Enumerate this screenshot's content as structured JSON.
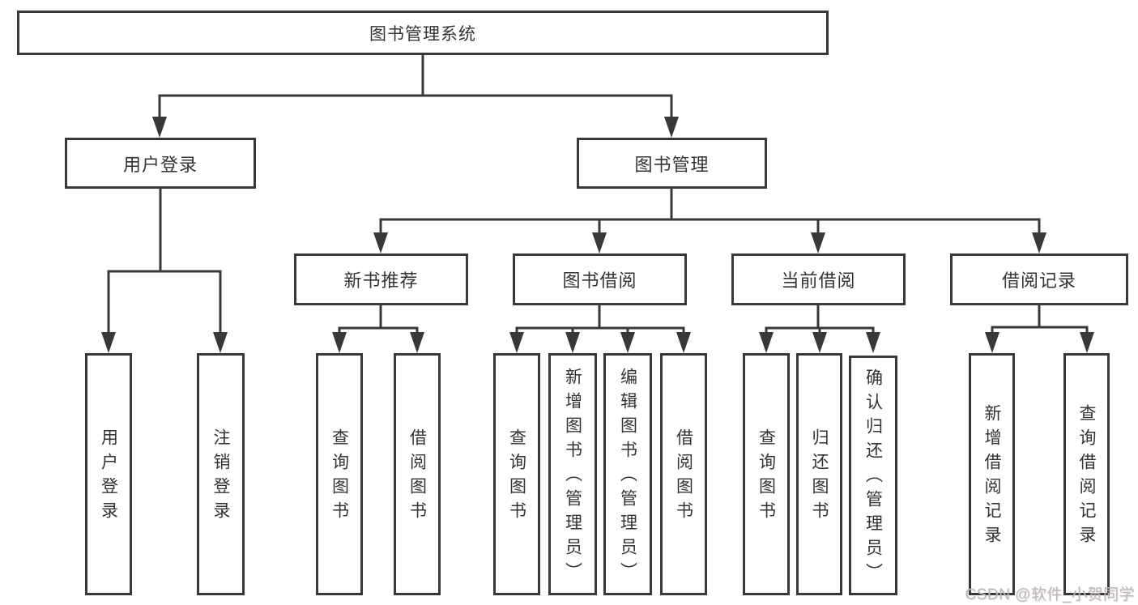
{
  "diagram": {
    "type": "tree",
    "title": "图书管理系统",
    "colors": {
      "line": "#383838",
      "border": "#383838",
      "text": "#333333",
      "background": "#ffffff",
      "watermark": "#b9b9b9"
    },
    "watermark": "CSDN @软件_小贺同学",
    "nodes": {
      "root": {
        "label": "图书管理系统",
        "children": [
          "login",
          "mgmt"
        ]
      },
      "login": {
        "label": "用户登录",
        "children": [
          "login_user",
          "login_logout"
        ]
      },
      "mgmt": {
        "label": "图书管理",
        "children": [
          "newbook",
          "borrow",
          "current",
          "records"
        ]
      },
      "newbook": {
        "label": "新书推荐",
        "children": [
          "newbook_query",
          "newbook_borrow"
        ]
      },
      "borrow": {
        "label": "图书借阅",
        "children": [
          "borrow_query",
          "borrow_add",
          "borrow_edit",
          "borrow_borrow"
        ]
      },
      "current": {
        "label": "当前借阅",
        "children": [
          "current_query",
          "current_return",
          "current_confirm"
        ]
      },
      "records": {
        "label": "借阅记录",
        "children": [
          "records_add",
          "records_query"
        ]
      },
      "login_user": {
        "label": "用户登录",
        "children": []
      },
      "login_logout": {
        "label": "注销登录",
        "children": []
      },
      "newbook_query": {
        "label": "查询图书",
        "children": []
      },
      "newbook_borrow": {
        "label": "借阅图书",
        "children": []
      },
      "borrow_query": {
        "label": "查询图书",
        "children": []
      },
      "borrow_add": {
        "label": "新增图书（管理员）",
        "children": []
      },
      "borrow_edit": {
        "label": "编辑图书（管理员）",
        "children": []
      },
      "borrow_borrow": {
        "label": "借阅图书",
        "children": []
      },
      "current_query": {
        "label": "查询图书",
        "children": []
      },
      "current_return": {
        "label": "归还图书",
        "children": []
      },
      "current_confirm": {
        "label": "确认归还（管理员）",
        "children": []
      },
      "records_add": {
        "label": "新增借阅记录",
        "children": []
      },
      "records_query": {
        "label": "查询借阅记录",
        "children": []
      }
    }
  }
}
